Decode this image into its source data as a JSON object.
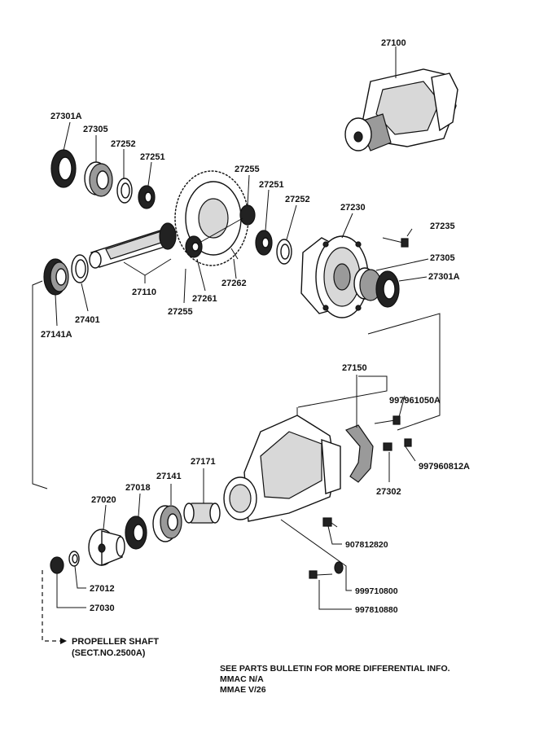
{
  "labels": {
    "l27100": "27100",
    "l27301A_top": "27301A",
    "l27305_top": "27305",
    "l27252_top": "27252",
    "l27251_top": "27251",
    "l27255_top": "27255",
    "l27251_mid": "27251",
    "l27252_mid": "27252",
    "l27230": "27230",
    "l27235": "27235",
    "l27305_right": "27305",
    "l27301A_right": "27301A",
    "l27110": "27110",
    "l27262": "27262",
    "l27261": "27261",
    "l27255_bottom": "27255",
    "l27401": "27401",
    "l27141A": "27141A",
    "l27150": "27150",
    "l997961050A": "997961050A",
    "l997960812A": "997960812A",
    "l27302": "27302",
    "l27171": "27171",
    "l27141": "27141",
    "l27018": "27018",
    "l27020": "27020",
    "l907812820": "907812820",
    "l999710800": "999710800",
    "l997810880": "997810880",
    "l27012": "27012",
    "l27030": "27030"
  },
  "propeller": {
    "line1": "PROPELLER SHAFT",
    "line2": "(SECT.NO.2500A)"
  },
  "notes": {
    "line1": "SEE PARTS BULLETIN FOR MORE DIFFERENTIAL INFO.",
    "line2": "MMAC N/A",
    "line3": "MMAE V/26"
  }
}
